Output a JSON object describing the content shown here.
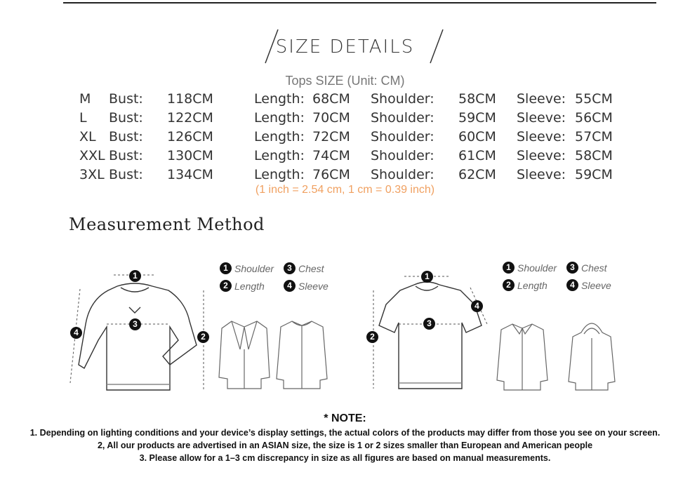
{
  "header": {
    "title": "SIZE DETAILS",
    "subtitle": "Tops SIZE (Unit: CM)",
    "conversion": "(1 inch = 2.54 cm, 1 cm = 0.39 inch)"
  },
  "labels": {
    "bust": "Bust:",
    "length": "Length:",
    "shoulder": "Shoulder:",
    "sleeve": "Sleeve:"
  },
  "sizes": [
    {
      "size": "M",
      "bust": "118CM",
      "length": "68CM",
      "shoulder": "58CM",
      "sleeve": "55CM"
    },
    {
      "size": "L",
      "bust": "122CM",
      "length": "70CM",
      "shoulder": "59CM",
      "sleeve": "56CM"
    },
    {
      "size": "XL",
      "bust": "126CM",
      "length": "72CM",
      "shoulder": "60CM",
      "sleeve": "57CM"
    },
    {
      "size": "XXL",
      "bust": "130CM",
      "length": "74CM",
      "shoulder": "61CM",
      "sleeve": "58CM"
    },
    {
      "size": "3XL",
      "bust": "134CM",
      "length": "76CM",
      "shoulder": "62CM",
      "sleeve": "59CM"
    }
  ],
  "method": {
    "title": "Measurement  Method"
  },
  "legend": {
    "n1": "1",
    "n2": "2",
    "n3": "3",
    "n4": "4",
    "shoulder": "Shoulder",
    "length": "Length",
    "chest": "Chest",
    "sleeve": "Sleeve"
  },
  "notes": {
    "heading": "* NOTE:",
    "line1": "1. Depending on lighting conditions and your device’s display settings, the actual colors of the products may differ from those you see on your screen.",
    "line2": "2, All our products are advertised in an ASIAN size, the size is 1 or 2 sizes smaller than European and American people",
    "line3": "3. Please allow for a 1–3 cm discrepancy in size as all figures are based on manual measurements."
  }
}
